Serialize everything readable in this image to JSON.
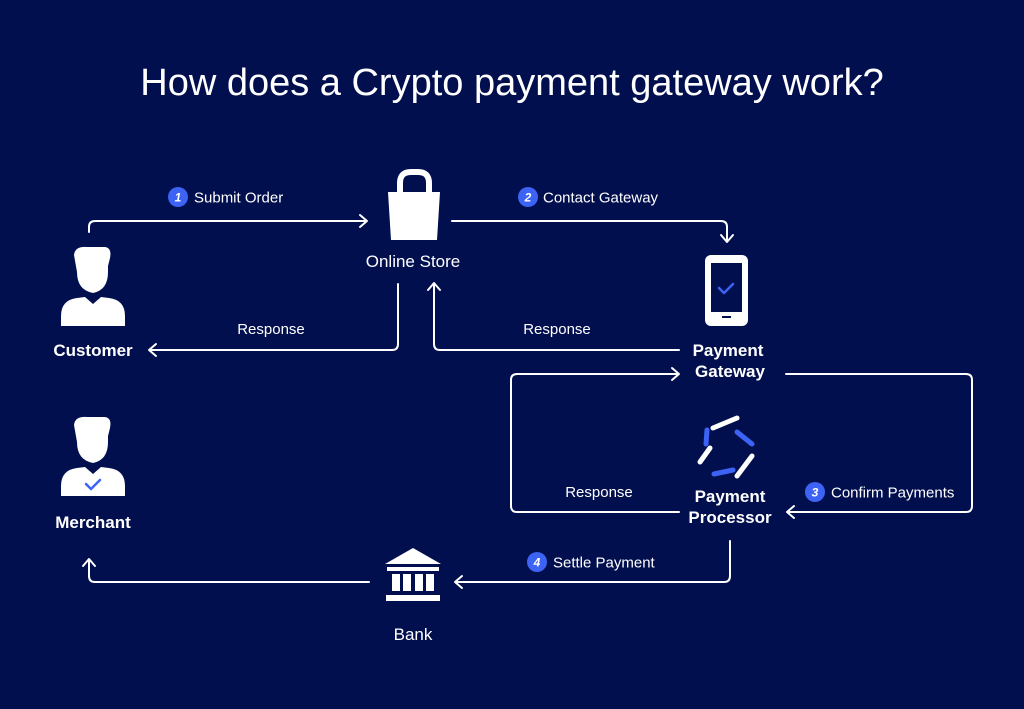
{
  "title": "How does a Crypto payment gateway work?",
  "colors": {
    "background": "#020f4e",
    "accent": "#3d63f5",
    "foreground": "#ffffff"
  },
  "nodes": {
    "customer": {
      "label": "Customer",
      "icon": "person-icon"
    },
    "online_store": {
      "label": "Online Store",
      "icon": "shopping-bag-icon"
    },
    "payment_gateway": {
      "label_line1": "Payment",
      "label_line2": "Gateway",
      "icon": "smartphone-check-icon"
    },
    "payment_processor": {
      "label_line1": "Payment",
      "label_line2": "Processor",
      "icon": "hexagon-processor-icon"
    },
    "merchant": {
      "label": "Merchant",
      "icon": "person-check-icon"
    },
    "bank": {
      "label": "Bank",
      "icon": "bank-icon"
    }
  },
  "edges": {
    "submit_order": {
      "step": "1",
      "label": "Submit Order"
    },
    "contact_gateway": {
      "step": "2",
      "label": "Contact Gateway"
    },
    "confirm_payments": {
      "step": "3",
      "label": "Confirm Payments"
    },
    "settle_payment": {
      "step": "4",
      "label": "Settle Payment"
    },
    "response_store_customer": {
      "label": "Response"
    },
    "response_gateway_store": {
      "label": "Response"
    },
    "response_processor_gateway": {
      "label": "Response"
    }
  }
}
